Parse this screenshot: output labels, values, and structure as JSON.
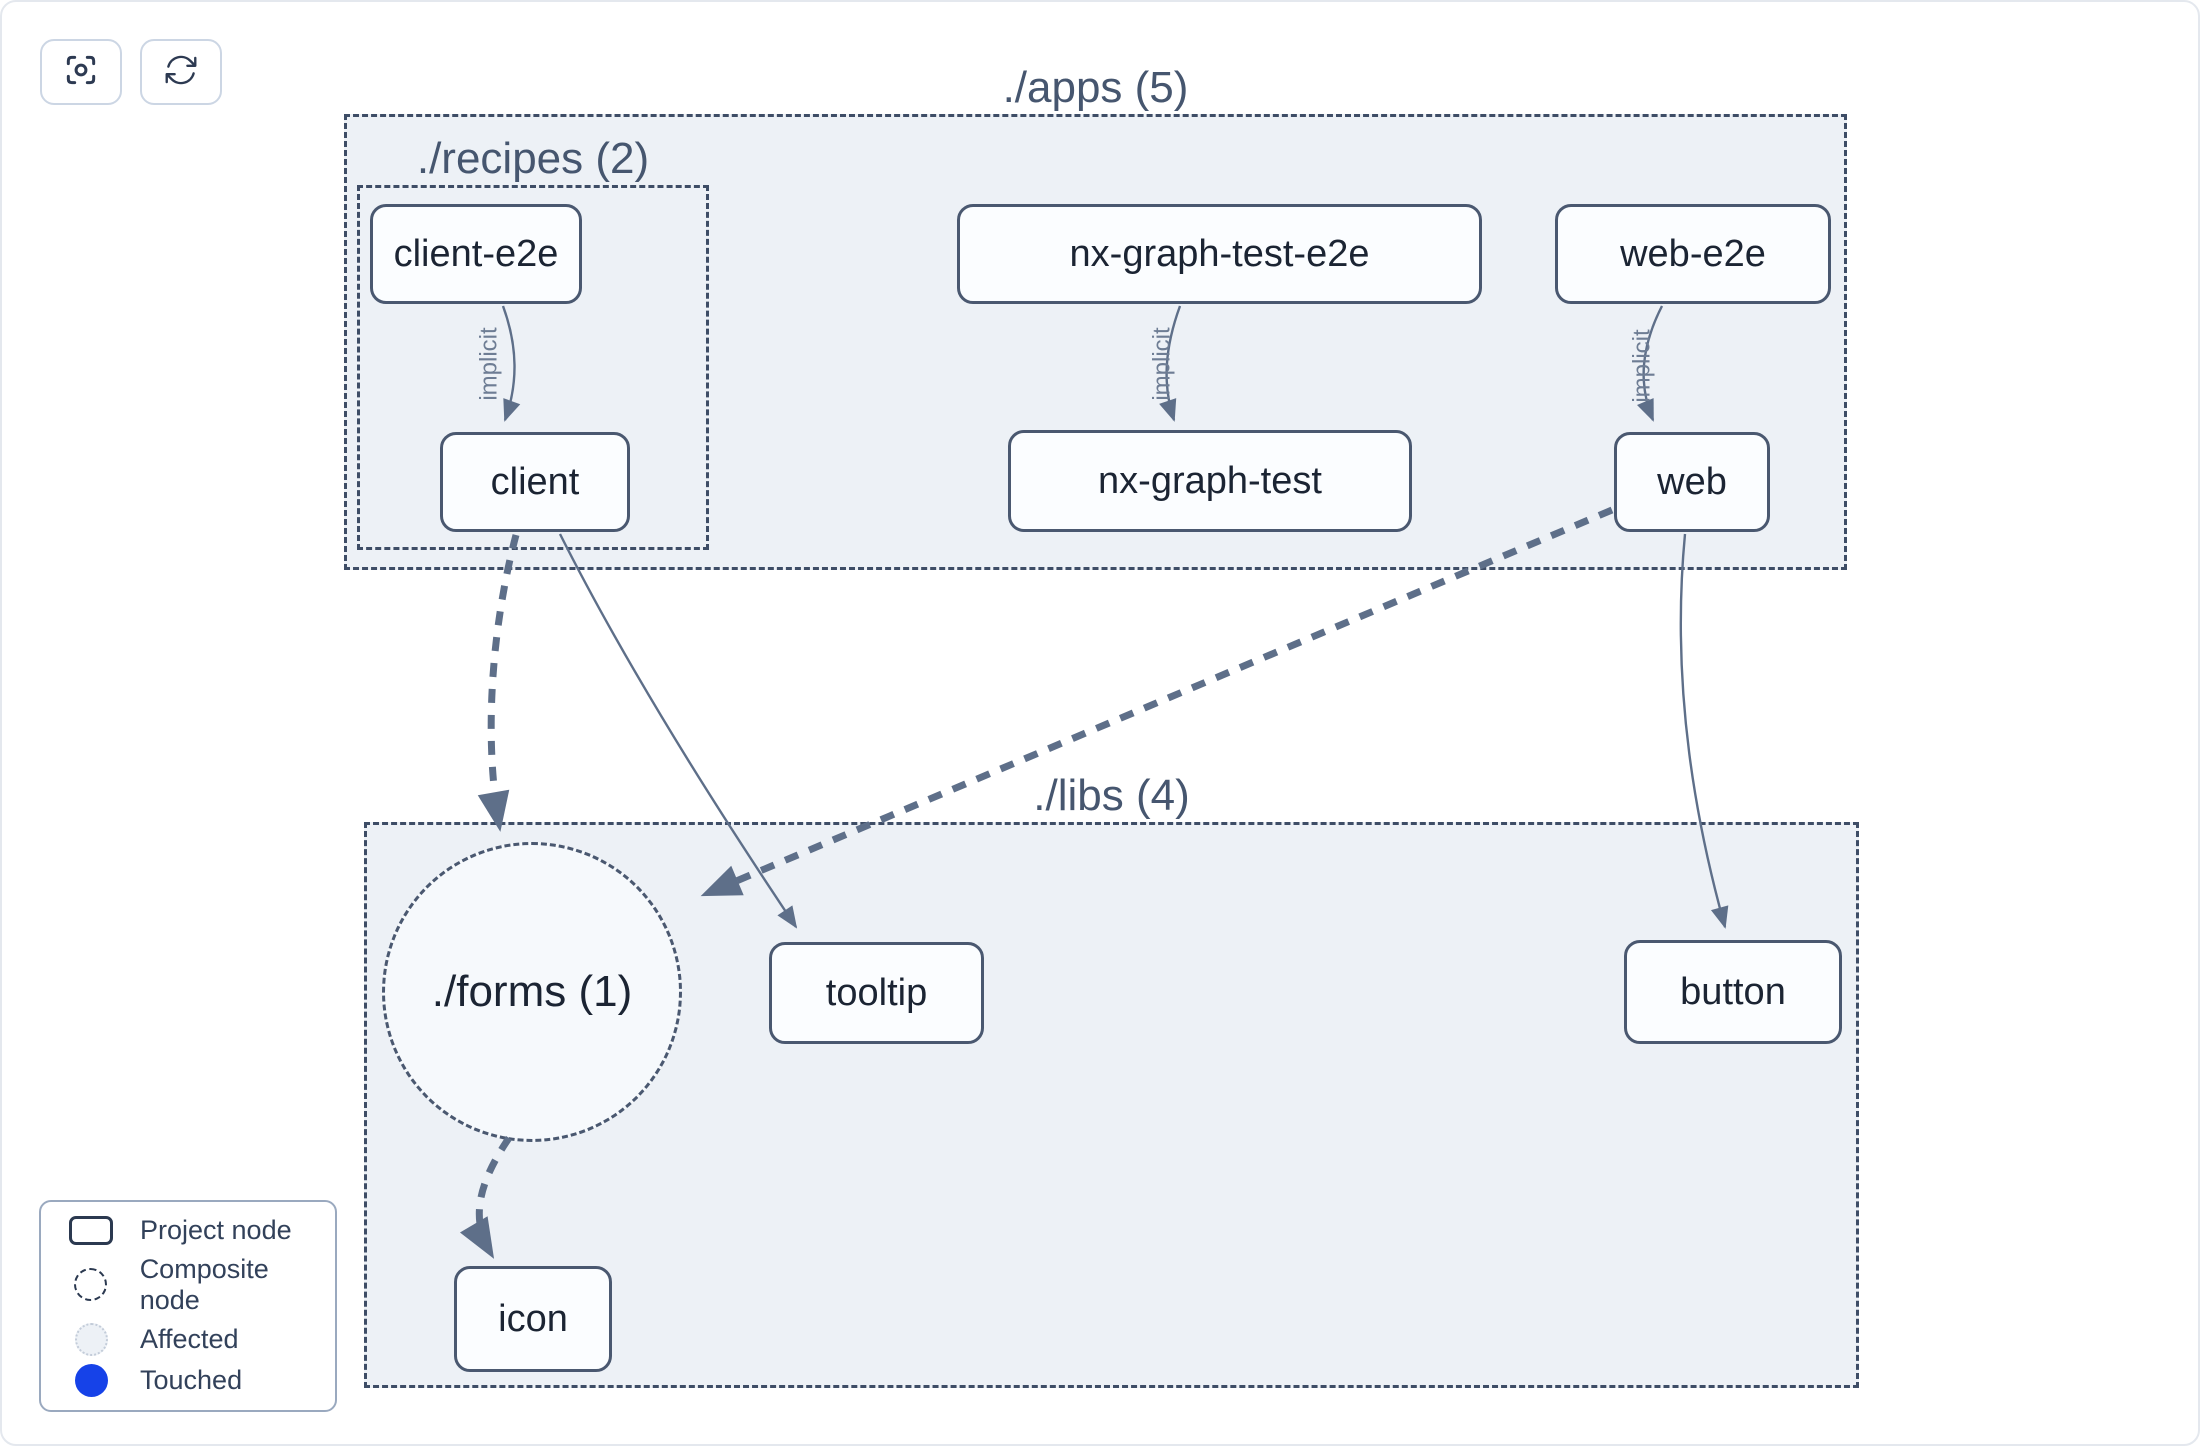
{
  "toolbar": {
    "buttons": [
      {
        "icon": "viewfinder-circle-icon",
        "action": "zoom-to-fit"
      },
      {
        "icon": "refresh-icon",
        "action": "reset-graph"
      }
    ]
  },
  "graph": {
    "clusters": [
      {
        "id": "apps",
        "label": "./apps (5)"
      },
      {
        "id": "recipes",
        "label": "./recipes (2)"
      },
      {
        "id": "libs",
        "label": "./libs (4)"
      }
    ],
    "composite_nodes": [
      {
        "id": "forms",
        "label": "./forms (1)"
      }
    ],
    "nodes": [
      {
        "id": "client-e2e",
        "label": "client-e2e"
      },
      {
        "id": "nx-graph-test-e2e",
        "label": "nx-graph-test-e2e"
      },
      {
        "id": "web-e2e",
        "label": "web-e2e"
      },
      {
        "id": "client",
        "label": "client"
      },
      {
        "id": "nx-graph-test",
        "label": "nx-graph-test"
      },
      {
        "id": "web",
        "label": "web"
      },
      {
        "id": "tooltip",
        "label": "tooltip"
      },
      {
        "id": "button",
        "label": "button"
      },
      {
        "id": "icon",
        "label": "icon"
      }
    ],
    "edges": [
      {
        "from": "client-e2e",
        "to": "client",
        "label": "implicit",
        "style": "solid"
      },
      {
        "from": "nx-graph-test-e2e",
        "to": "nx-graph-test",
        "label": "implicit",
        "style": "solid"
      },
      {
        "from": "web-e2e",
        "to": "web",
        "label": "implicit",
        "style": "solid"
      },
      {
        "from": "client",
        "to": "./forms (1)",
        "label": "",
        "style": "thick-dashed"
      },
      {
        "from": "client",
        "to": "tooltip",
        "label": "",
        "style": "solid"
      },
      {
        "from": "web",
        "to": "./forms (1)",
        "label": "",
        "style": "thick-dashed"
      },
      {
        "from": "web",
        "to": "button",
        "label": "",
        "style": "solid"
      },
      {
        "from": "./forms (1)",
        "to": "icon",
        "label": "",
        "style": "thick-dashed"
      }
    ]
  },
  "legend": {
    "items": [
      {
        "swatch": "project-rect",
        "label": "Project node"
      },
      {
        "swatch": "composite-circle",
        "label": "Composite node"
      },
      {
        "swatch": "affected-circle",
        "label": "Affected"
      },
      {
        "swatch": "touched-circle",
        "label": "Touched"
      }
    ]
  },
  "colors": {
    "cluster_fill": "#edf1f6",
    "node_border": "#4a5870",
    "edge": "#5e6f89",
    "touched_blue": "#1642e8",
    "affected_fill": "#edf1f6"
  }
}
